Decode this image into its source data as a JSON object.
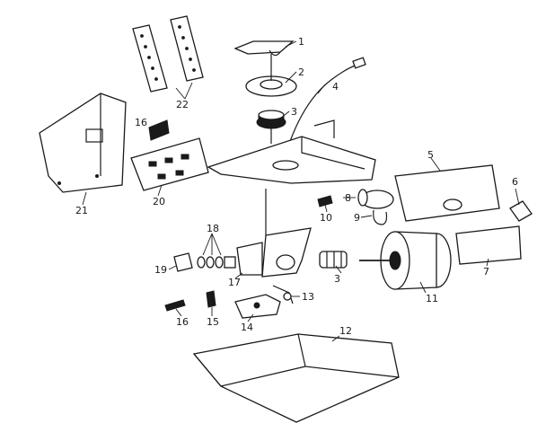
{
  "callouts": [
    {
      "id": "c1",
      "text": "1"
    },
    {
      "id": "c2",
      "text": "2"
    },
    {
      "id": "c3a",
      "text": "3"
    },
    {
      "id": "c3b",
      "text": "3"
    },
    {
      "id": "c4",
      "text": "4"
    },
    {
      "id": "c5",
      "text": "5"
    },
    {
      "id": "c6",
      "text": "6"
    },
    {
      "id": "c7",
      "text": "7"
    },
    {
      "id": "c8",
      "text": "8"
    },
    {
      "id": "c9",
      "text": "9"
    },
    {
      "id": "c10",
      "text": "10"
    },
    {
      "id": "c11",
      "text": "11"
    },
    {
      "id": "c12",
      "text": "12"
    },
    {
      "id": "c13",
      "text": "13"
    },
    {
      "id": "c14",
      "text": "14"
    },
    {
      "id": "c15",
      "text": "15"
    },
    {
      "id": "c16a",
      "text": "16"
    },
    {
      "id": "c16b",
      "text": "16"
    },
    {
      "id": "c17",
      "text": "17"
    },
    {
      "id": "c18",
      "text": "18"
    },
    {
      "id": "c19",
      "text": "19"
    },
    {
      "id": "c20",
      "text": "20"
    },
    {
      "id": "c21",
      "text": "21"
    },
    {
      "id": "c22",
      "text": "22"
    }
  ]
}
